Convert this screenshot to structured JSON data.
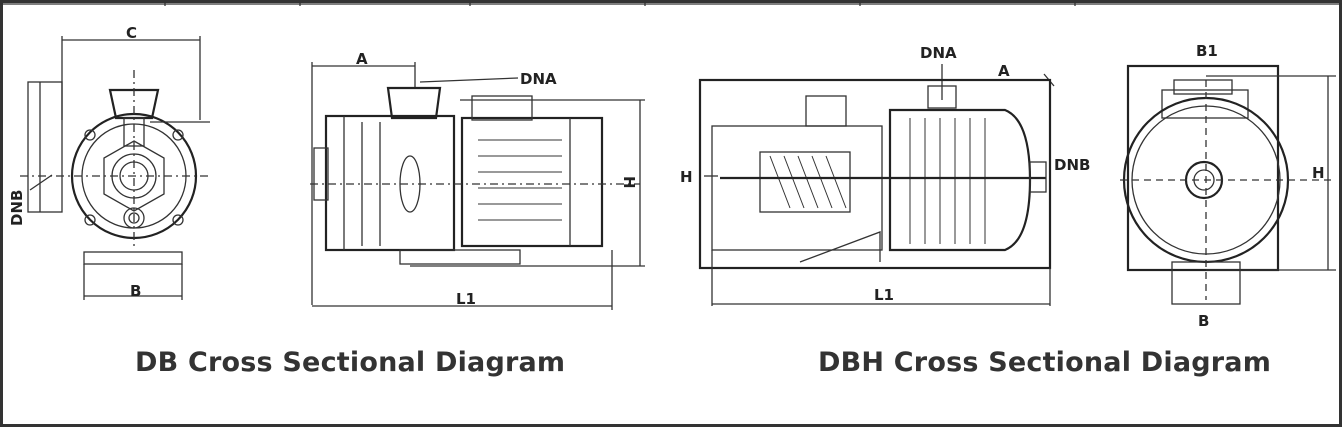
{
  "db": {
    "title": "DB Cross Sectional Diagram",
    "labels": {
      "c": "C",
      "dnb": "DNB",
      "b": "B",
      "a": "A",
      "dna": "DNA",
      "h": "H",
      "l1": "L1"
    }
  },
  "dbh": {
    "title": "DBH Cross Sectional Diagram",
    "labels": {
      "dna": "DNA",
      "a": "A",
      "h_left": "H",
      "dnb": "DNB",
      "l1": "L1",
      "b1": "B1",
      "h_right": "H",
      "b": "B"
    }
  }
}
